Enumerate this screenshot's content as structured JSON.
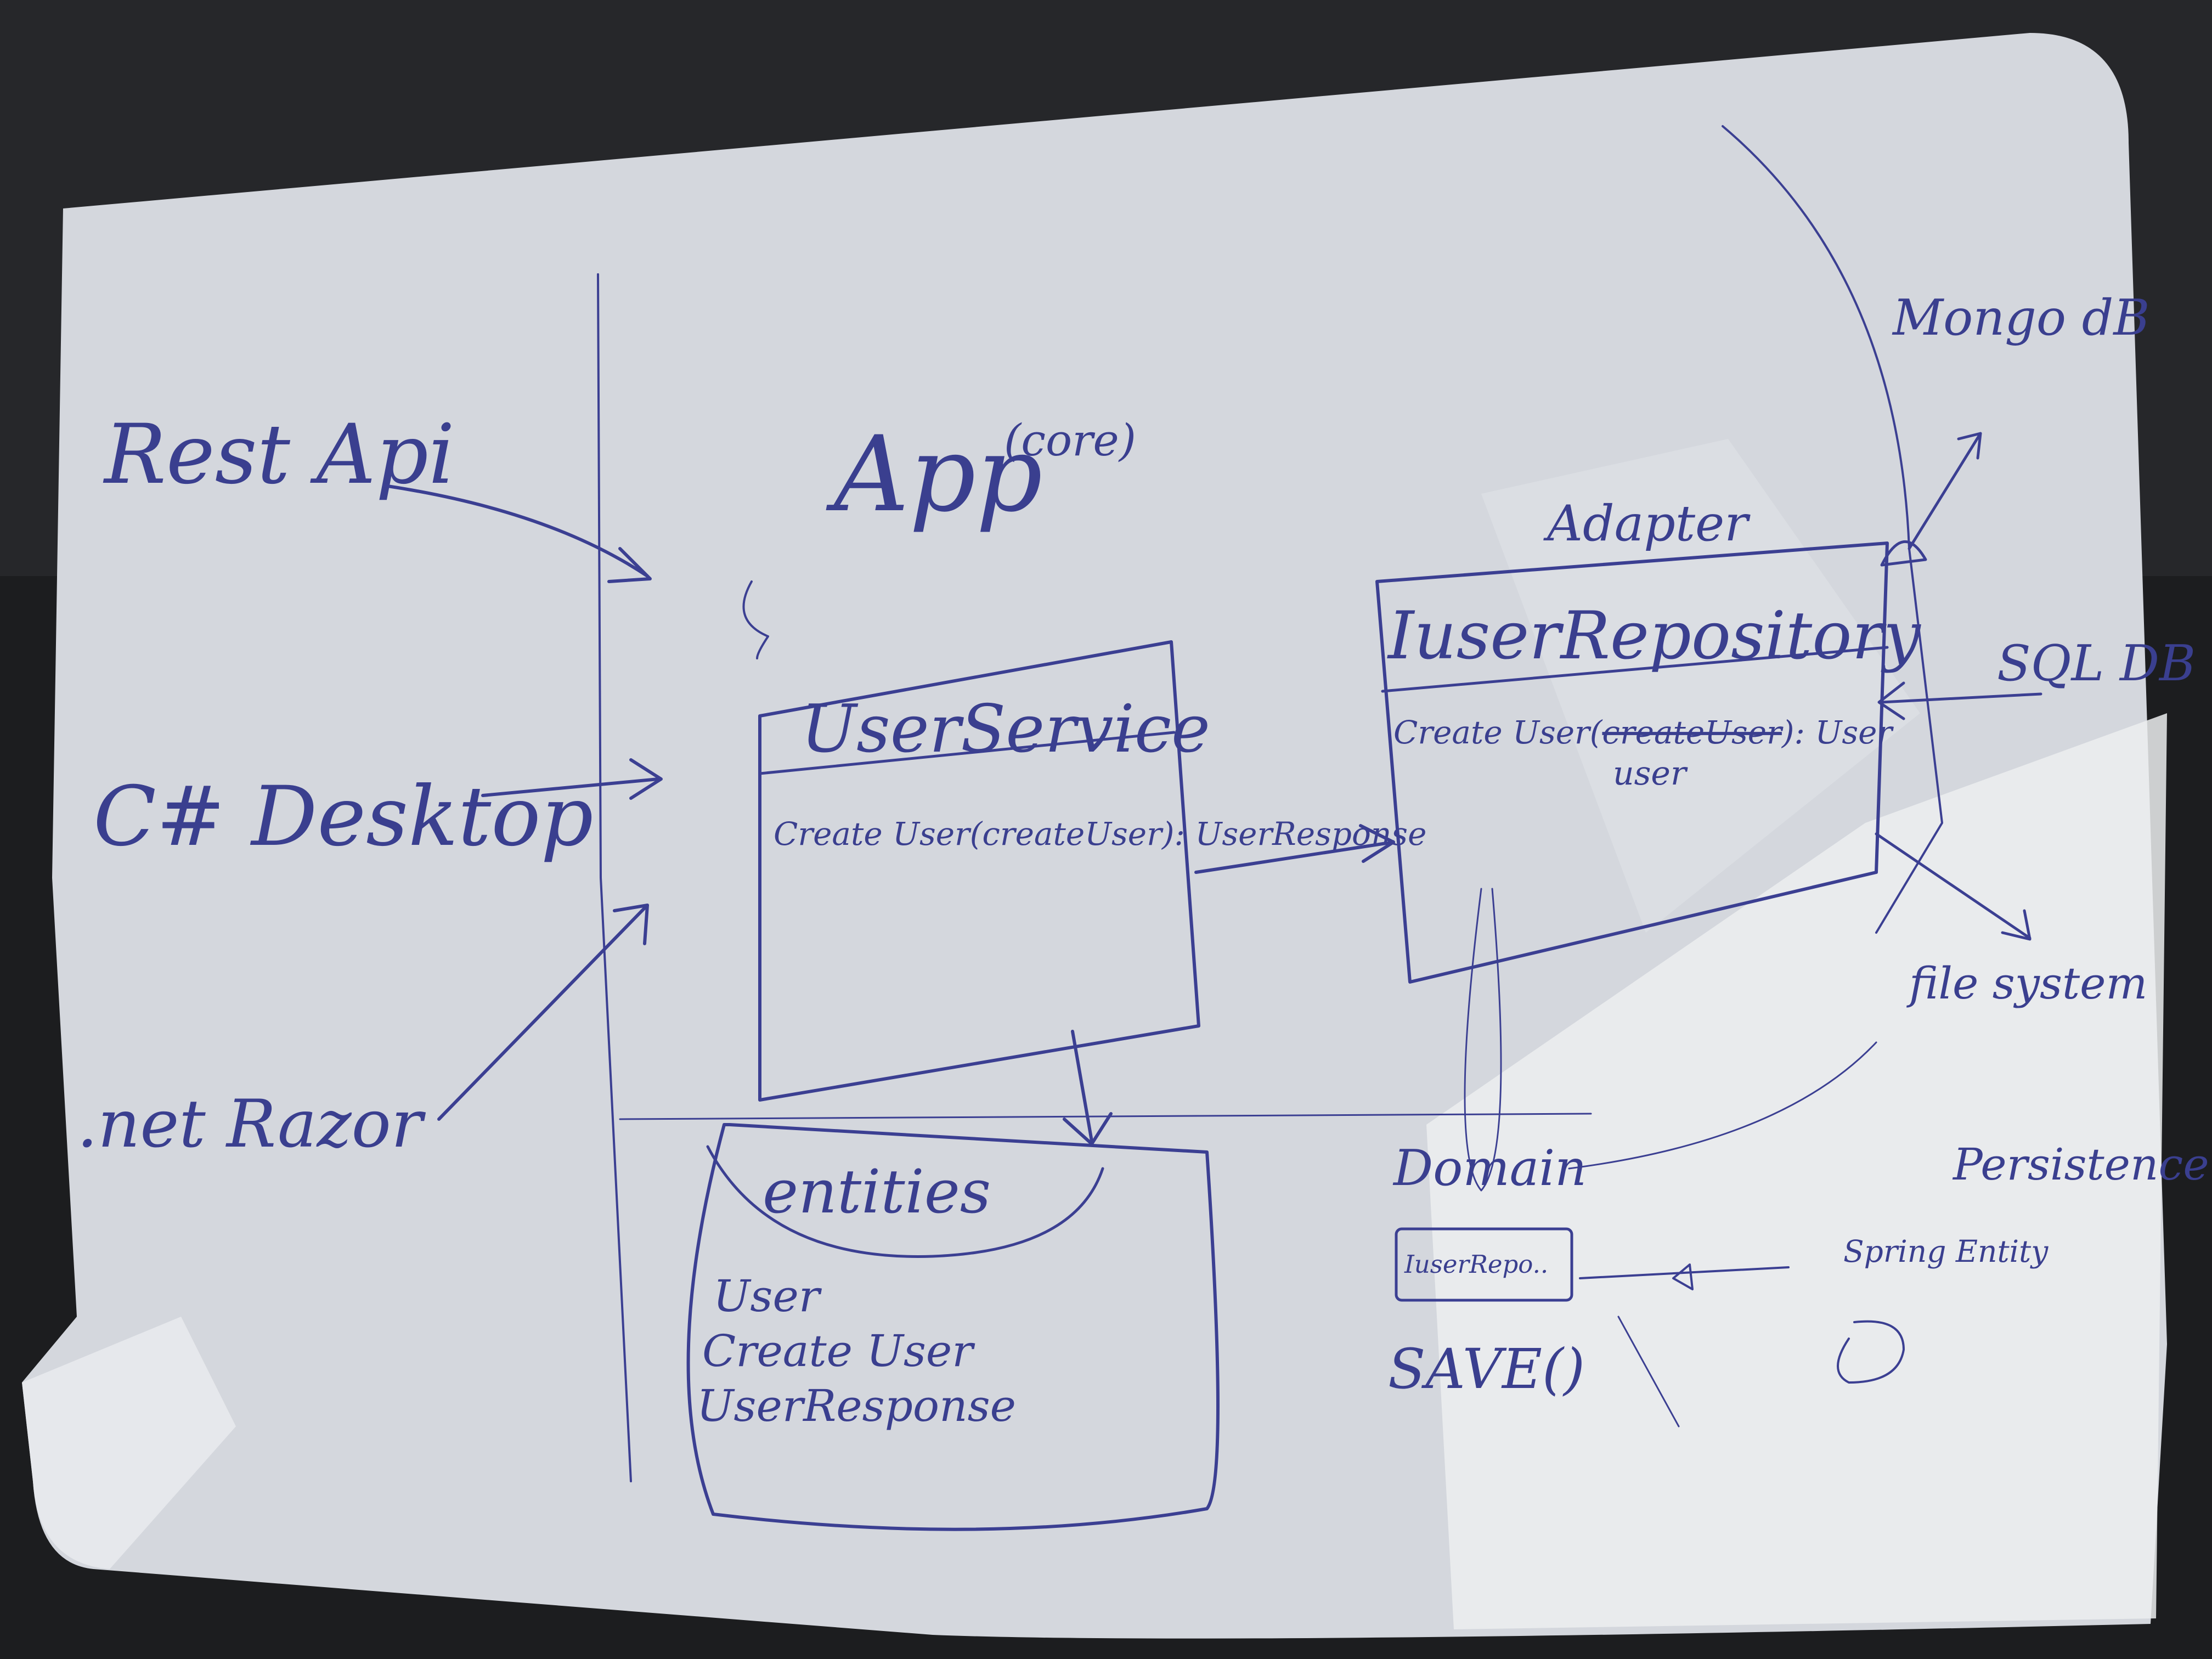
{
  "left_clients": {
    "rest_api": "Rest Api",
    "csharp_desktop": "C# Desktop",
    "net_razor": ".net Razor"
  },
  "app_core": {
    "title": "App",
    "subtitle": "(core)",
    "user_service": {
      "title": "UserService",
      "method": "Create User(createUser): UserResponse"
    }
  },
  "adapter": {
    "title": "Adapter",
    "repository": {
      "title": "IuserRepository",
      "method": "Create User(",
      "method_struck": "createUser",
      "method_end": "): User",
      "method_correction": "user"
    }
  },
  "databases": {
    "mongo": "Mongo dB",
    "sql": "SQL DB",
    "file": "file system"
  },
  "entities": {
    "title": "entities",
    "items": [
      "User",
      "Create User",
      "UserResponse"
    ]
  },
  "domain": {
    "title": "Domain",
    "box": "IuserRepo..",
    "action": "SAVE()"
  },
  "persistence": {
    "title": "Persistence impl",
    "note": "Spring Entity"
  }
}
